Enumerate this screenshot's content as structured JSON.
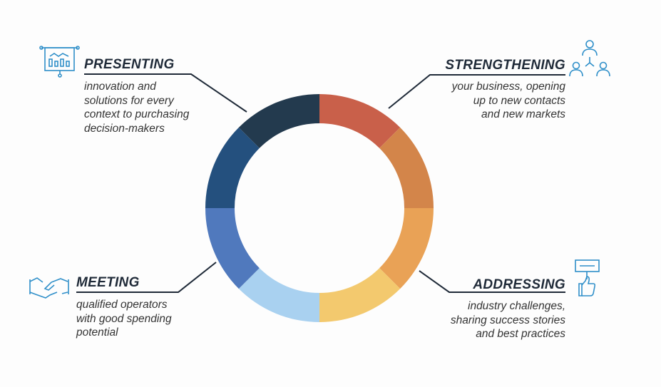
{
  "sections": [
    {
      "title": "PRESENTING",
      "description": [
        "innovation and",
        "solutions for every",
        "context to purchasing",
        "decision-makers"
      ],
      "icon": "presentation-board-icon"
    },
    {
      "title": "STRENGTHENING",
      "description": [
        "your business, opening",
        "up to new contacts",
        "and new markets"
      ],
      "icon": "network-people-icon"
    },
    {
      "title": "MEETING",
      "description": [
        "qualified operators",
        "with good spending",
        "potential"
      ],
      "icon": "handshake-icon"
    },
    {
      "title": "ADDRESSING",
      "description": [
        "industry challenges,",
        "sharing success stories",
        "and best practices"
      ],
      "icon": "thumbs-up-sign-icon"
    }
  ],
  "ring_colors": [
    "#c9604a",
    "#d3854a",
    "#e9a256",
    "#f3c96e",
    "#a9d1f0",
    "#5079bd",
    "#24507e",
    "#233a4e"
  ],
  "icon_color": "#2f8fc9",
  "text_color": "#1f2a38"
}
